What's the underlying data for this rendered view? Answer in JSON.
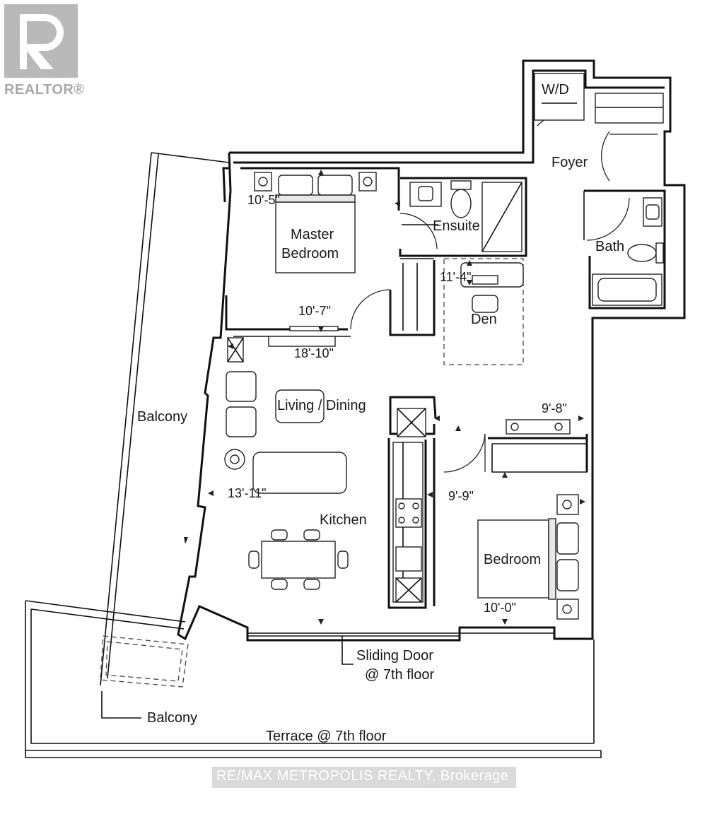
{
  "logo": {
    "text": "REALTOR®",
    "color": "#b9b9b9"
  },
  "watermark": "RE/MAX METROPOLIS REALTY, Brokerage",
  "rooms": {
    "wd": "W/D",
    "foyer": "Foyer",
    "ensuite": "Ensuite",
    "bath": "Bath",
    "master_line1": "Master",
    "master_line2": "Bedroom",
    "den": "Den",
    "living": "Living / Dining",
    "kitchen": "Kitchen",
    "bedroom": "Bedroom",
    "balcony_west": "Balcony",
    "balcony_south": "Balcony",
    "terrace": "Terrace @ 7th floor",
    "sliding_line1": "Sliding Door",
    "sliding_line2": "@ 7th floor"
  },
  "dimensions": {
    "master_width": "10'-5\"",
    "master_depth": "10'-7\"",
    "den": "11'-4\"",
    "living_length": "18'-10\"",
    "living_width": "13'-11\"",
    "bedroom_width": "9'-8\"",
    "bedroom_depth": "9'-9\"",
    "bedroom_length": "10'-0\""
  }
}
